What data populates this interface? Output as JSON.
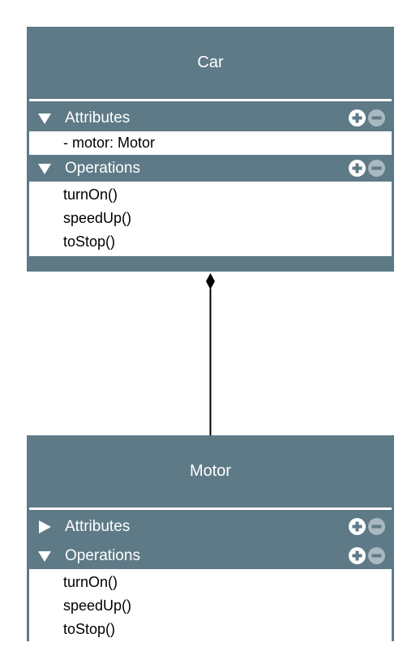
{
  "classes": {
    "car": {
      "name": "Car",
      "attributes": {
        "title": "Attributes",
        "expanded": true,
        "items": [
          "- motor: Motor"
        ]
      },
      "operations": {
        "title": "Operations",
        "expanded": true,
        "items": [
          "turnOn()",
          "speedUp()",
          "toStop()"
        ]
      }
    },
    "motor": {
      "name": "Motor",
      "attributes": {
        "title": "Attributes",
        "expanded": false,
        "items": []
      },
      "operations": {
        "title": "Operations",
        "expanded": true,
        "items": [
          "turnOn()",
          "speedUp()",
          "toStop()"
        ]
      }
    }
  },
  "relationship": {
    "type": "composition",
    "from": "Car",
    "to": "Motor"
  },
  "colors": {
    "class_fill": "#5e7a87",
    "text_on_fill": "#ffffff",
    "add_icon": "#ffffff",
    "remove_icon": "#a9b9c0"
  },
  "icons": {
    "expanded": "triangle-down-icon",
    "collapsed": "triangle-right-icon",
    "add": "plus-circle-icon",
    "remove": "minus-circle-icon"
  }
}
